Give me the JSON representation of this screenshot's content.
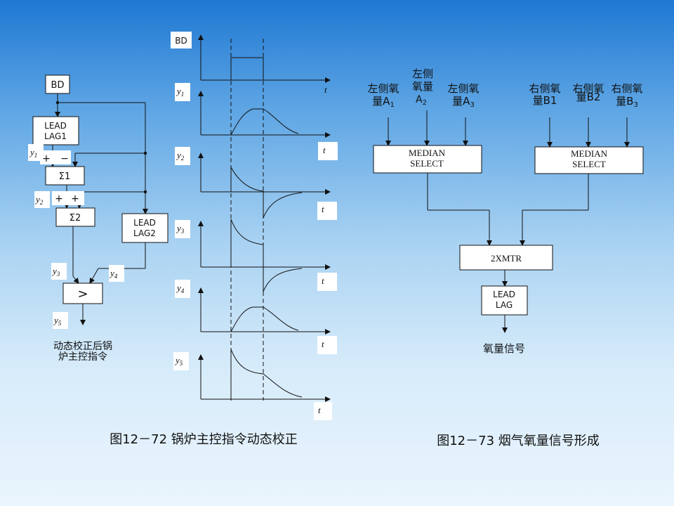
{
  "left_diagram": {
    "bd_label": "BD",
    "leadlag1": [
      "LEAD",
      "LAG1"
    ],
    "leadlag2": [
      "LEAD",
      "LAG2"
    ],
    "sum1": "Σ1",
    "sum2": "Σ2",
    "compare": ">",
    "y1": "y",
    "y1_sub": "1",
    "y2": "y",
    "y2_sub": "2",
    "y3": "y",
    "y3_sub": "3",
    "y4": "y",
    "y4_sub": "4",
    "y5": "y",
    "y5_sub": "5",
    "sign_plus": "+",
    "sign_minus": "−",
    "output_line1": "动态校正后锅",
    "output_line2": "炉主控指令"
  },
  "waveforms": {
    "bd_label": "BD",
    "t_label": "t",
    "y": "y",
    "subs": [
      "1",
      "2",
      "3",
      "4",
      "5"
    ]
  },
  "right_diagram": {
    "left_inputs": [
      {
        "line1": "左侧氧",
        "line2": "量A",
        "sub": "1"
      },
      {
        "line0": "左侧",
        "line1": "氧量",
        "line2": "A",
        "sub": "2"
      },
      {
        "line1": "左侧氧",
        "line2": "量A",
        "sub": "3"
      }
    ],
    "right_inputs": [
      {
        "line1": "右侧氧",
        "line2": "量B1"
      },
      {
        "line1": "右侧氧",
        "line2": "量B2"
      },
      {
        "line1": "右侧氧",
        "line2": "量B",
        "sub": "3"
      }
    ],
    "median_left": [
      "MEDIAN",
      "SELECT"
    ],
    "median_right": [
      "MEDIAN",
      "SELECT"
    ],
    "xmtr": "2XMTR",
    "leadlag": [
      "LEAD",
      "LAG"
    ],
    "output": "氧量信号"
  },
  "captions": {
    "left": "图12－72 锅炉主控指令动态校正",
    "right": "图12－73 烟气氧量信号形成"
  }
}
